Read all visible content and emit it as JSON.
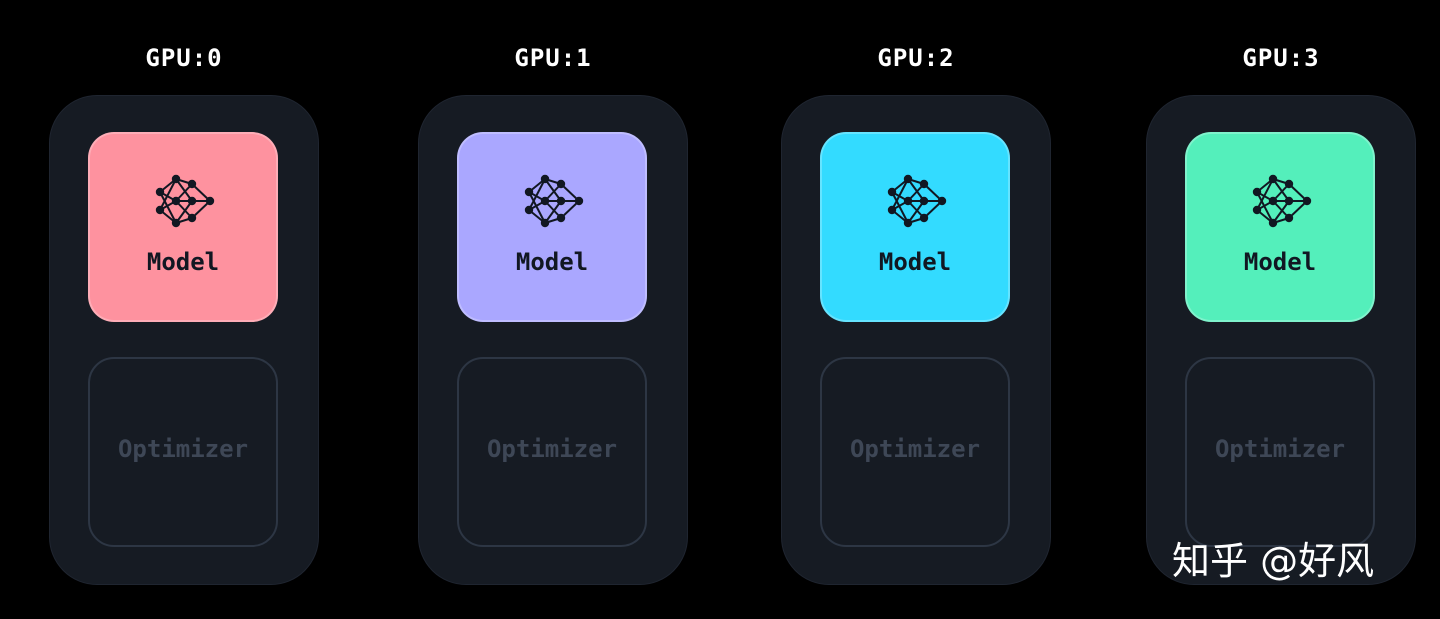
{
  "gpus": [
    {
      "label": "GPU:0",
      "model_label": "Model",
      "optimizer_label": "Optimizer",
      "model_color": "#fe929f"
    },
    {
      "label": "GPU:1",
      "model_label": "Model",
      "optimizer_label": "Optimizer",
      "model_color": "#aaa7ff"
    },
    {
      "label": "GPU:2",
      "model_label": "Model",
      "optimizer_label": "Optimizer",
      "model_color": "#33dbff"
    },
    {
      "label": "GPU:3",
      "model_label": "Model",
      "optimizer_label": "Optimizer",
      "model_color": "#54efbb"
    }
  ],
  "icons": {
    "model": "neural-network-icon"
  },
  "colors": {
    "background": "#000000",
    "card": "#161b23",
    "optimizer_border": "#2d3644",
    "optimizer_text": "#3e4756"
  },
  "watermark": "知乎 @好风"
}
